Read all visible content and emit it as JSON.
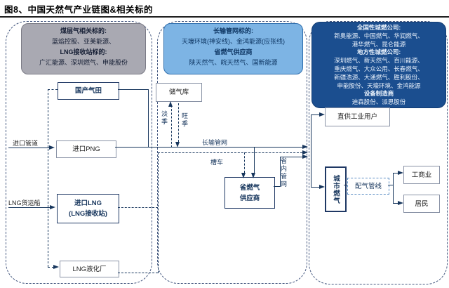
{
  "title": "图8、中国天然气产业链图&相关标的",
  "notes": {
    "coalbed": {
      "l0": "煤层气相关标的:",
      "l1": "蓝焰控股、亚美能源、",
      "l2": "LNG接收站标的:",
      "l3": "广汇能源、深圳燃气、申能股份"
    },
    "pipeline": {
      "l0": "长输管网标的:",
      "l1": "天壕环境(神安线)、金鸿能源(应张线)",
      "l2": "省燃气供应商",
      "l3": "陕天然气、皖天然气、国新能源"
    },
    "citygas": {
      "l0": "全国性城燃公司:",
      "l1": "新奥能源、中国燃气、华润燃气、",
      "l2": "港华燃气、昆仑能源",
      "l3": "地方性城燃公司:",
      "l4": "深圳燃气、新天然气、百川能源、",
      "l5": "重庆燃气、大众公用、长春燃气、",
      "l6": "新疆浩源、大通燃气、胜利股份、",
      "l7": "申能股份、天壕环境、金鸿能源",
      "l8": "设备制造商",
      "l9": "迪森股份、派思股份"
    }
  },
  "nodes": {
    "domestic_field": "国产气田",
    "import_png": "进口PNG",
    "import_lng_1": "进口LNG",
    "import_lng_2": "(LNG接收站)",
    "lng_plant": "LNG液化厂",
    "storage": "储气库",
    "prov_supplier_1": "省燃气",
    "prov_supplier_2": "供应商",
    "direct_industrial": "直供工业用户",
    "city_gas": "城市燃气",
    "distribution_line": "配气管线",
    "industry": "工商业",
    "residents": "居民"
  },
  "labels": {
    "import_pipeline": "进口管道",
    "lng_ship": "LNG货运船",
    "long_pipeline": "长输管网",
    "tanker": "槽车",
    "off_season": "淡季",
    "peak_season": "旺季",
    "prov_pipeline": "省内管网"
  },
  "colors": {
    "accent": "#17365d",
    "note_gray": "#a9a9b2",
    "note_blue": "#7db4e4",
    "note_dark": "#1b4e8f"
  }
}
